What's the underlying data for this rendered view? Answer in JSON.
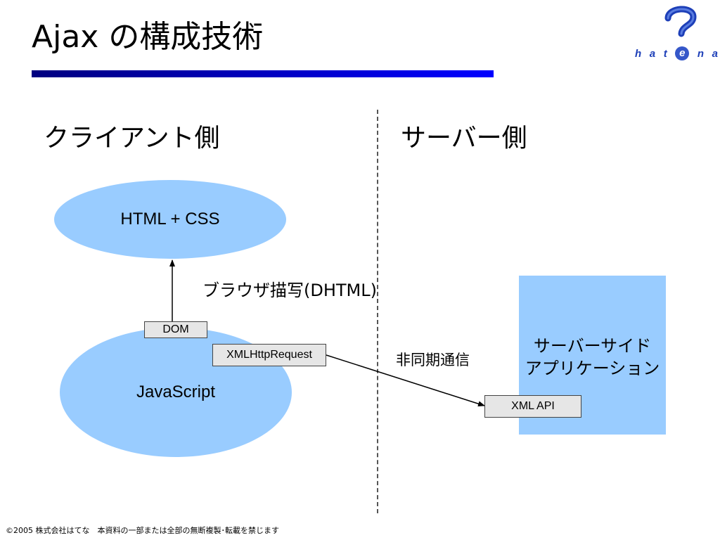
{
  "slide": {
    "title": "Ajax の構成技術",
    "logo_text": [
      "h",
      "a",
      "t",
      "e",
      "n",
      "a"
    ]
  },
  "columns": {
    "client_heading": "クライアント側",
    "server_heading": "サーバー側"
  },
  "nodes": {
    "html_css": "HTML + CSS",
    "javascript": "JavaScript",
    "server_app_line1": "サーバーサイド",
    "server_app_line2": "アプリケーション"
  },
  "interfaces": {
    "dom": "DOM",
    "xhr": "XMLHttpRequest",
    "xml_api": "XML API"
  },
  "edge_labels": {
    "browser_render": "ブラウザ描写(DHTML)",
    "async_comm": "非同期通信"
  },
  "footer": "©2005 株式会社はてな　本資料の一部または全部の無断複製･転載を禁じます",
  "colors": {
    "node_fill": "#99ccff",
    "label_box_fill": "#e6e6e6",
    "title_bar_start": "#000080",
    "title_bar_end": "#0000ff",
    "logo_blue": "#1d3fb8"
  }
}
